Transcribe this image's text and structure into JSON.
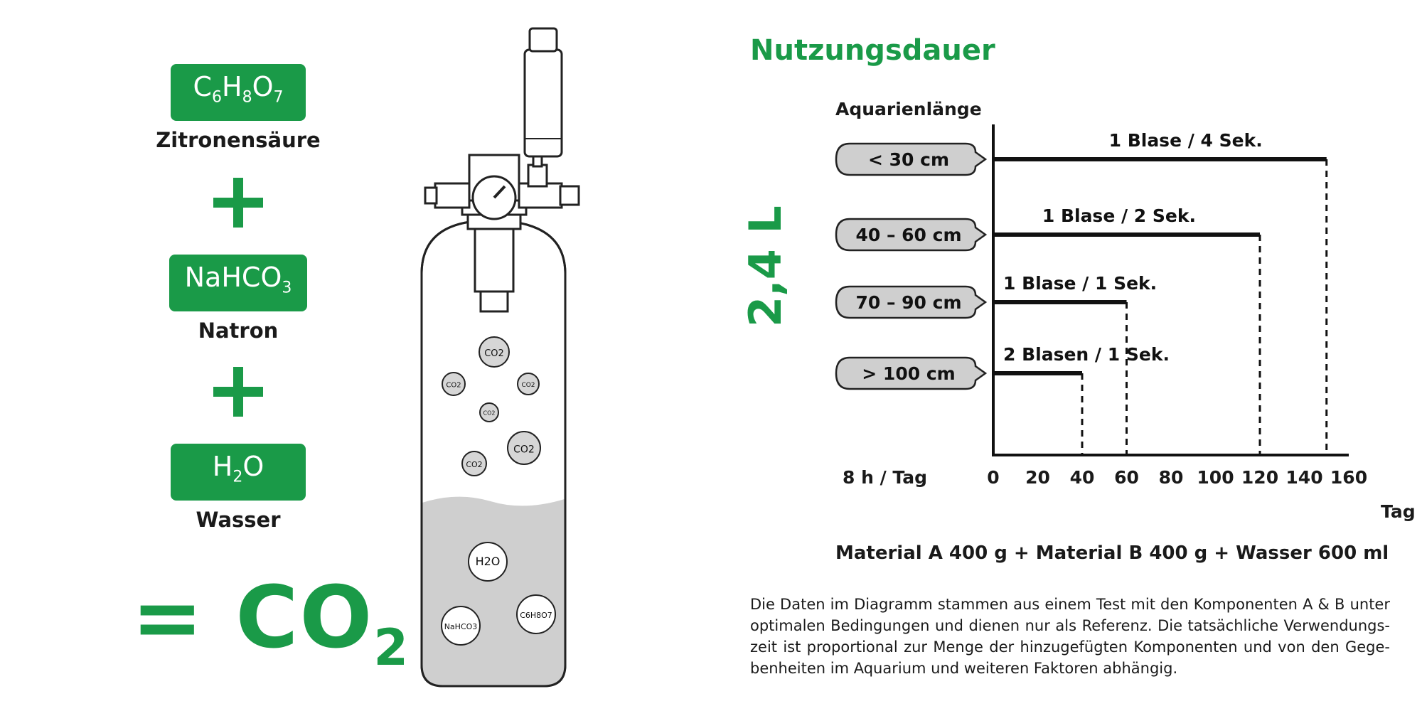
{
  "ingredients": [
    {
      "formula_parts": [
        "C",
        "6",
        "H",
        "8",
        "O",
        "7"
      ],
      "name": "Zitronensäure"
    },
    {
      "formula_parts": [
        "NaHCO",
        "3"
      ],
      "name": "Natron"
    },
    {
      "formula_parts": [
        "H",
        "2",
        "O"
      ],
      "name": "Wasser"
    }
  ],
  "result": {
    "prefix": "= CO",
    "sub": "2"
  },
  "bottle": {
    "gas_bubbles": [
      "CO2",
      "CO2",
      "CO2",
      "CO2",
      "CO2",
      "CO2"
    ],
    "liquid_bubbles": [
      "H2O",
      "NaHCO3",
      "C6H8O7"
    ]
  },
  "chart_title": "Nutzungsdauer",
  "volume_label": "2,4 L",
  "formula_line": "Material A 400 g + Material B 400 g + Wasser 600 ml",
  "note": "Die Daten im Diagramm stammen aus einem Test mit den Komponenten A & B unter optimalen Bedingungen und dienen nur als Referenz. Die tatsächliche Verwendungs­zeit ist proportional zur Menge der hinzugefügten Komponenten und von den Gege­benheiten im Aquarium und weiteren Faktoren abhängig.",
  "colors": {
    "accent": "#1a9a48",
    "bubble": "#d6d6d6",
    "liquid": "#cfcfcf"
  },
  "chart_data": {
    "type": "bar",
    "orientation": "horizontal",
    "title": "Nutzungsdauer",
    "ylabel": "Aquarienlänge",
    "xlabel": "Tag",
    "x_unit_label": "8 h / Tag",
    "xlim": [
      0,
      160
    ],
    "xticks": [
      0,
      20,
      40,
      60,
      80,
      100,
      120,
      140,
      160
    ],
    "categories": [
      "< 30 cm",
      "40 – 60 cm",
      "70 – 90 cm",
      "> 100 cm"
    ],
    "values": [
      150,
      120,
      60,
      40
    ],
    "rates": [
      "1 Blase / 4 Sek.",
      "1 Blase / 2 Sek.",
      "1 Blase / 1 Sek.",
      "2 Blasen / 1 Sek."
    ]
  }
}
